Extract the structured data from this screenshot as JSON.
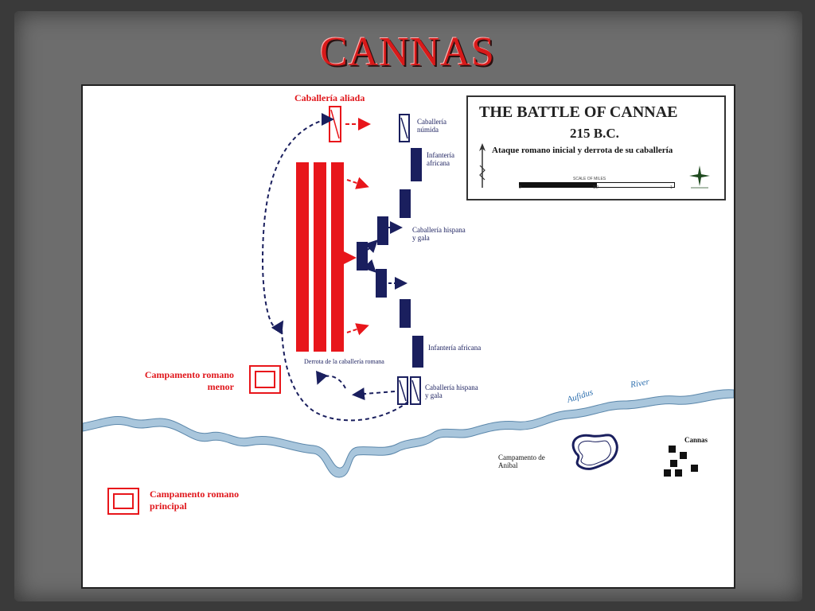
{
  "slide": {
    "title": "CANNAS"
  },
  "legend": {
    "title": "THE BATTLE OF CANNAE",
    "date": "215 B.C.",
    "subtitle": "Ataque romano inicial y derrota de su caballería",
    "scale_caption": "SCALE OF MILES",
    "scale_ticks": [
      "0",
      "1/2",
      "1"
    ],
    "north_icon": "north-arrow-icon",
    "compass_icon": "compass-star-icon"
  },
  "labels": {
    "caballeria_aliada": "Caballería aliada",
    "caballeria_numida": "Caballería\nnúmida",
    "infanteria_africana_top": "Infantería\nafricana",
    "caballeria_hispana_top": "Caballería hispana\ny gala",
    "infanteria_africana_bottom": "Infantería africana",
    "derrota": "Derrota de la caballería romana",
    "caballeria_hispana_bottom": "Caballería hispana\ny gala",
    "campamento_menor": "Campamento romano\nmenor",
    "campamento_principal": "Campamento romano\nprincipal",
    "campamento_anibal": "Campamento de\nAníbal",
    "cannas": "Cannas",
    "river": "Aufidus",
    "river_suffix": "River"
  },
  "colors": {
    "roman": "#e8161b",
    "carthaginian": "#1a1f5e",
    "river_fill": "#a9c6dc",
    "river_stroke": "#5a86aa",
    "background": "#6d6d6d"
  }
}
